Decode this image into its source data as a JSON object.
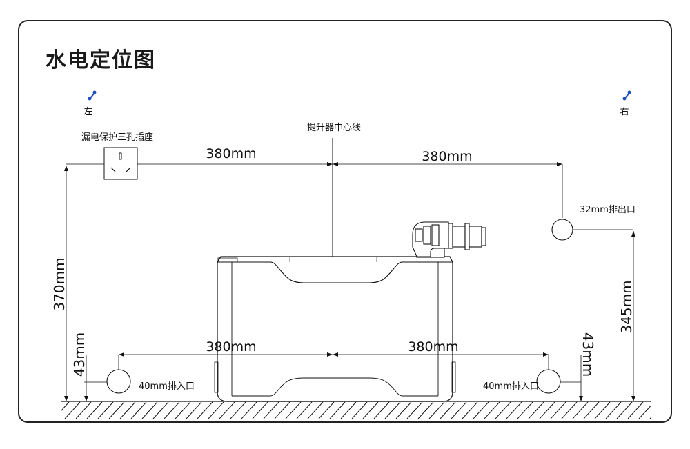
{
  "title": "水电定位图",
  "side_left": "左",
  "side_right": "右",
  "centerline_label": "提升器中心线",
  "socket_label": "漏电保护三孔插座",
  "outlet_top_label": "32mm排出口",
  "inlet_left_label": "40mm排入口",
  "inlet_right_label": "40mm排入口",
  "dim_top_left": "380mm",
  "dim_top_right": "380mm",
  "dim_bottom_left": "380mm",
  "dim_bottom_right": "380mm",
  "dim_height_socket": "370mm",
  "dim_height_outlet": "345mm",
  "dim_inlet_left": "43mm",
  "dim_inlet_right": "43mm",
  "colors": {
    "line": "#111111",
    "pin_blue": "#1f4fbf"
  }
}
